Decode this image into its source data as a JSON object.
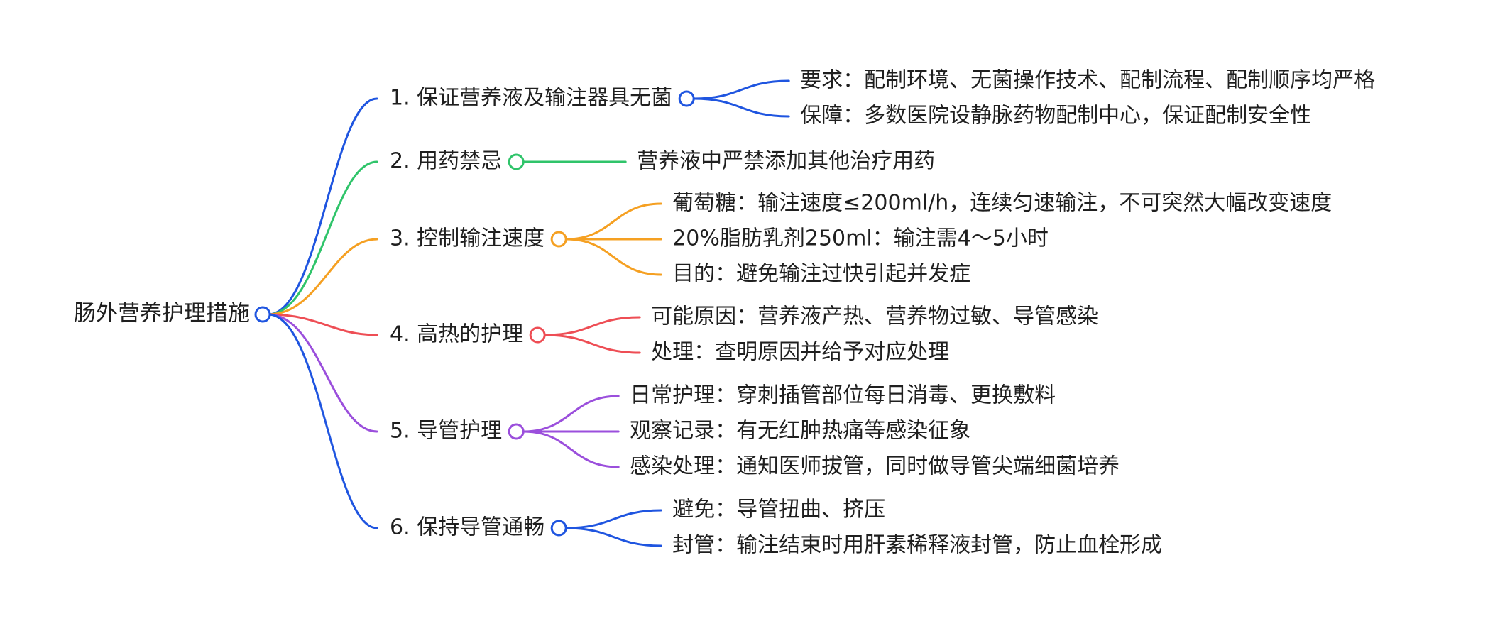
{
  "mindmap": {
    "root": {
      "label": "肠外营养护理措施",
      "color": "#1f55e0"
    },
    "branches": [
      {
        "label": "1. 保证营养液及输注器具无菌",
        "color": "#1f55e0",
        "children": [
          "要求：配制环境、无菌操作技术、配制流程、配制顺序均严格",
          "保障：多数医院设静脉药物配制中心，保证配制安全性"
        ]
      },
      {
        "label": "2. 用药禁忌",
        "color": "#2fc46a",
        "children": [
          "营养液中严禁添加其他治疗用药"
        ]
      },
      {
        "label": "3. 控制输注速度",
        "color": "#f5a022",
        "children": [
          "葡萄糖：输注速度≤200ml/h，连续匀速输注，不可突然大幅改变速度",
          "20%脂肪乳剂250ml：输注需4～5小时",
          "目的：避免输注过快引起并发症"
        ]
      },
      {
        "label": "4. 高热的护理",
        "color": "#ee4e55",
        "children": [
          "可能原因：营养液产热、营养物过敏、导管感染",
          "处理：查明原因并给予对应处理"
        ]
      },
      {
        "label": "5. 导管护理",
        "color": "#9b4fdc",
        "children": [
          "日常护理：穿刺插管部位每日消毒、更换敷料",
          "观察记录：有无红肿热痛等感染征象",
          "感染处理：通知医师拔管，同时做导管尖端细菌培养"
        ]
      },
      {
        "label": "6. 保持导管通畅",
        "color": "#1f55e0",
        "children": [
          "避免：导管扭曲、挤压",
          "封管：输注结束时用肝素稀释液封管，防止血栓形成"
        ]
      }
    ]
  }
}
